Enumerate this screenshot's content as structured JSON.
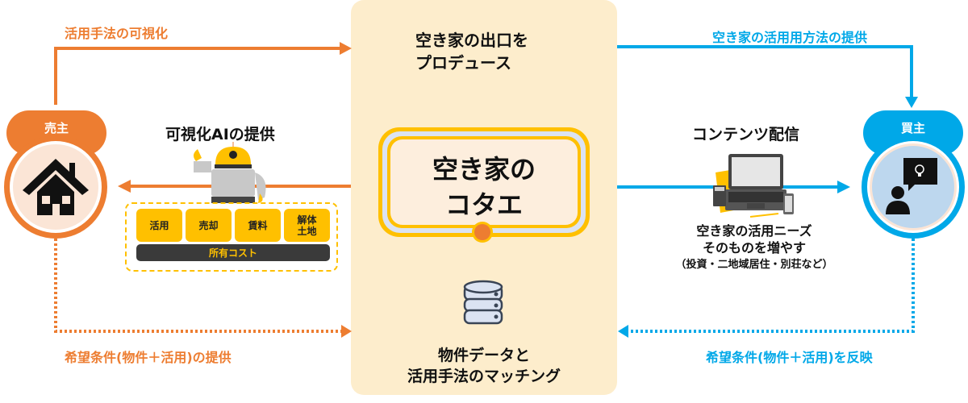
{
  "center": {
    "top_title_line1": "空き家の出口を",
    "top_title_line2": "プロデュース",
    "brand_line1": "空き家の",
    "brand_line2": "コタエ",
    "bottom_line1": "物件データと",
    "bottom_line2": "活用手法のマッチング"
  },
  "seller": {
    "label": "売主",
    "icon": "house-icon",
    "color": "#ed7d31"
  },
  "buyer": {
    "label": "買主",
    "icon": "person-idea-icon",
    "color": "#00a8e8"
  },
  "left": {
    "top_arrow_label": "活用手法の可視化",
    "ai_title": "可視化AIの提供",
    "cost_items": [
      "活用",
      "売却",
      "賃料",
      "解体\n土地"
    ],
    "cost_bar_label": "所有コスト",
    "bottom_arrow_label": "希望条件(物件＋活用)の提供"
  },
  "right": {
    "top_arrow_label": "空き家の活用用方法の提供",
    "content_title": "コンテンツ配信",
    "needs_line1": "空き家の活用ニーズ",
    "needs_line2": "そのものを増やす",
    "needs_note": "（投資・二地域居住・別荘など）",
    "bottom_arrow_label": "希望条件(物件＋活用)を反映"
  },
  "colors": {
    "orange": "#ed7d31",
    "blue": "#00a8e8",
    "panel": "#fdedcc",
    "yellow": "#ffc000"
  }
}
